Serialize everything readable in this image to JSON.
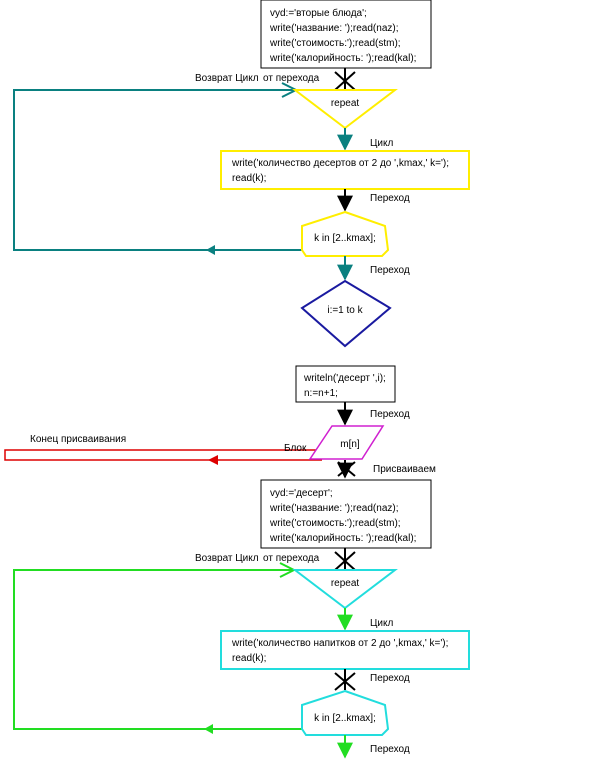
{
  "diagram": {
    "colors": {
      "teal": "#0a8080",
      "yellow": "#ffee00",
      "navy": "#1a1aa0",
      "magenta": "#d020d0",
      "red": "#dd0000",
      "green": "#22dd22",
      "cyan": "#22dddd",
      "black": "#000000"
    },
    "block1": {
      "lines": [
        "vyd:='вторые блюда';",
        "write('название: ');read(naz);",
        "write('стоимость:');read(stm);",
        "write('калорийность: ');read(kal);"
      ]
    },
    "loop1": {
      "return_label": "Возврат Цикл",
      "from_label": "от перехода",
      "repeat_label": "repeat",
      "cycle_label": "Цикл",
      "input_lines": [
        "write('количество десертов от 2 до ',kmax,' k=');",
        "read(k);"
      ],
      "transition_label_1": "Переход",
      "condition": "k in [2..kmax];",
      "transition_label_2": "Переход"
    },
    "for_loop": {
      "label": "i:=1 to k"
    },
    "block2": {
      "lines": [
        "writeln('десерт ',i);",
        "n:=n+1;"
      ],
      "transition_label": "Переход"
    },
    "io": {
      "label": "m[n]",
      "block_label": "Блок",
      "assign_end_label": "Конец присваивания",
      "assign_label": "Присваиваем"
    },
    "block3": {
      "lines": [
        "vyd:='десерт';",
        "write('название: ');read(naz);",
        "write('стоимость:');read(stm);",
        "write('калорийность: ');read(kal);"
      ]
    },
    "loop2": {
      "return_label": "Возврат Цикл",
      "from_label": "от перехода",
      "repeat_label": "repeat",
      "cycle_label": "Цикл",
      "input_lines": [
        "write('количество напитков от 2 до ',kmax,' k=');",
        "read(k);"
      ],
      "transition_label_1": "Переход",
      "condition": "k in [2..kmax];",
      "transition_label_2": "Переход"
    }
  }
}
